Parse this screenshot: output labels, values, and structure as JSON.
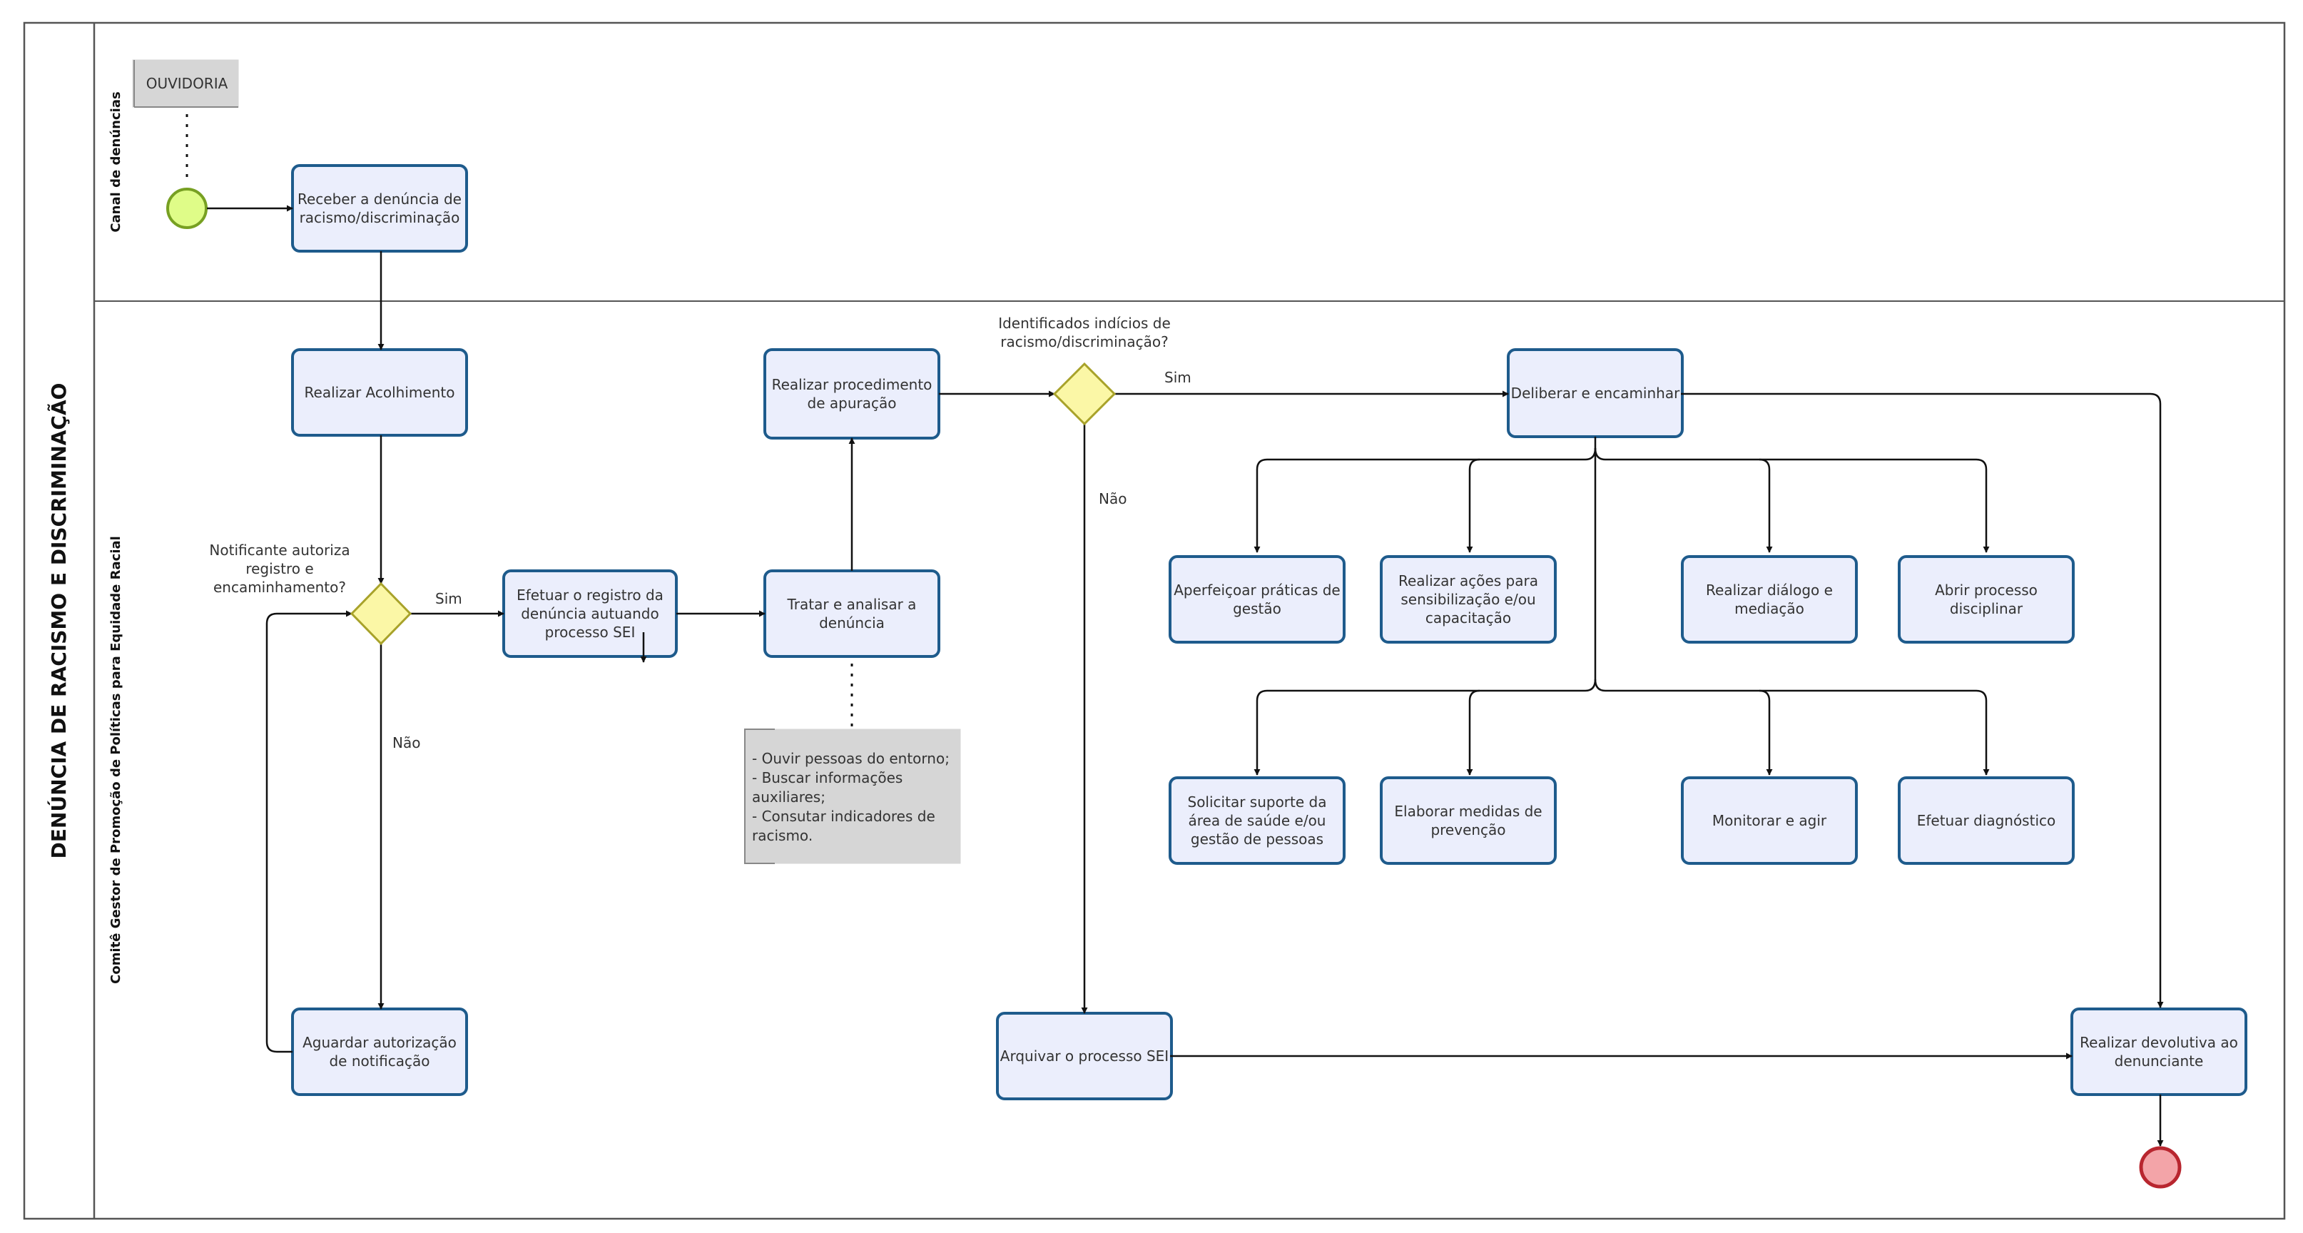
{
  "pool": {
    "title": "DENÚNCIA DE RACISMO E DISCRIMINAÇÃO"
  },
  "lanes": {
    "canal": "Canal de denúncias",
    "comite": "Comitê Gestor de Promoção de Políticas para Equidade Racial"
  },
  "ouvidoria": "OUVIDORIA",
  "tasks": {
    "receber": [
      "Receber a denúncia de",
      "racismo/discriminação"
    ],
    "acolhimento": [
      "Realizar Acolhimento"
    ],
    "efetuar_registro": [
      "Efetuar o registro da",
      "denúncia autuando",
      "processo SEI"
    ],
    "tratar": [
      "Tratar e analisar a",
      "denúncia"
    ],
    "apuracao": [
      "Realizar procedimento",
      "de apuração"
    ],
    "aguardar": [
      "Aguardar autorização",
      "de notificação"
    ],
    "deliberar": [
      "Deliberar e encaminhar"
    ],
    "aperfeicoar": [
      "Aperfeiçoar práticas de",
      "gestão"
    ],
    "sensibilizacao": [
      "Realizar ações para",
      "sensibilização e/ou",
      "capacitação"
    ],
    "dialogo": [
      "Realizar diálogo e",
      "mediação"
    ],
    "disciplinar": [
      "Abrir processo",
      "disciplinar"
    ],
    "suporte": [
      "Solicitar suporte da",
      "área de saúde e/ou",
      "gestão de pessoas"
    ],
    "prevencao": [
      "Elaborar medidas de",
      "prevenção"
    ],
    "monitorar": [
      "Monitorar e agir"
    ],
    "diagnostico": [
      "Efetuar diagnóstico"
    ],
    "arquivar": [
      "Arquivar o processo SEI"
    ],
    "devolutiva": [
      "Realizar devolutiva ao",
      "denunciante"
    ]
  },
  "gateways": {
    "g1_question": [
      "Notificante autoriza",
      "registro e",
      "encaminhamento?"
    ],
    "g2_question": [
      "Identificados indícios de",
      "racismo/discriminação?"
    ]
  },
  "flow_labels": {
    "g1_yes": "Sim",
    "g1_no": "Não",
    "g2_yes": "Sim",
    "g2_no": "Não"
  },
  "annotation": [
    "- Ouvir pessoas do entorno;",
    "- Buscar informações",
    "auxiliares;",
    "- Consutar indicadores de",
    "racismo."
  ],
  "colors": {
    "task_fill": "#ebeefc",
    "task_stroke": "#1e5b8c",
    "start_fill": "#dffc88",
    "start_stroke": "#77a022",
    "end_fill": "#f3a4a8",
    "end_stroke": "#b8262f",
    "gateway_fill": "#fbf7a6",
    "gateway_stroke": "#a8a22a",
    "annotation_fill": "#d6d6d6"
  }
}
